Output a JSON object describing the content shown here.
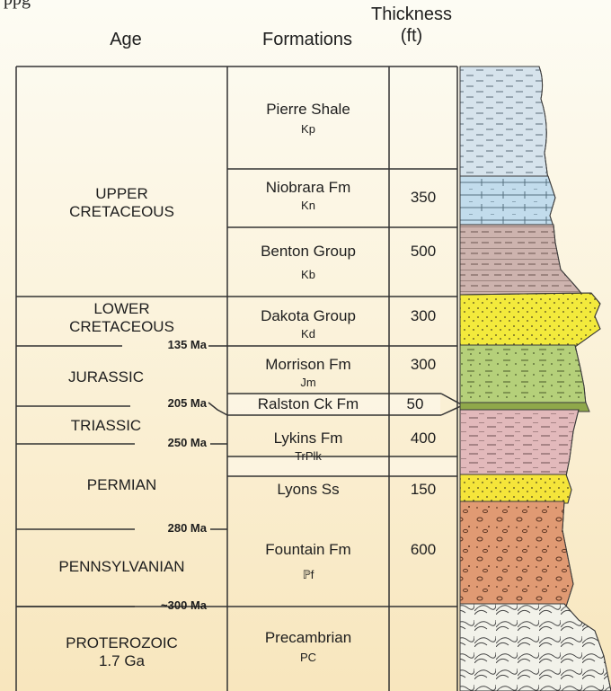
{
  "headers": {
    "age": "Age",
    "formations": "Formations",
    "thickness_line1": "Thickness",
    "thickness_line2": "(ft)",
    "top_cut_text": "ppg"
  },
  "ages": {
    "upper_cretaceous_1": "UPPER",
    "upper_cretaceous_2": "CRETACEOUS",
    "lower_cretaceous_1": "LOWER",
    "lower_cretaceous_2": "CRETACEOUS",
    "jurassic": "JURASSIC",
    "triassic": "TRIASSIC",
    "permian": "PERMIAN",
    "pennsylvanian": "PENNSYLVANIAN",
    "proterozoic_1": "PROTEROZOIC",
    "proterozoic_2": "1.7 Ga"
  },
  "boundaries": {
    "b135": "135 Ma",
    "b205": "205 Ma",
    "b250": "250 Ma",
    "b280": "280 Ma",
    "b300": "~300 Ma"
  },
  "formations": [
    {
      "name": "Pierre Shale",
      "code": "Kp",
      "thickness": ""
    },
    {
      "name": "Niobrara Fm",
      "code": "Kn",
      "thickness": "350"
    },
    {
      "name": "Benton Group",
      "code": "Kb",
      "thickness": "500"
    },
    {
      "name": "Dakota Group",
      "code": "Kd",
      "thickness": "300"
    },
    {
      "name": "Morrison Fm",
      "code": "Jm",
      "thickness": "300"
    },
    {
      "name": "Ralston Ck Fm",
      "code": "",
      "thickness": "50"
    },
    {
      "name": "Lykins Fm",
      "code": "TrPlk",
      "thickness": "400"
    },
    {
      "name": "Lyons Ss",
      "code": "",
      "thickness": "150"
    },
    {
      "name": "Fountain Fm",
      "code": "ℙf",
      "thickness": "600"
    },
    {
      "name": "Precambrian",
      "code": "PC",
      "thickness": ""
    }
  ],
  "colors": {
    "pierre": "#d6e3ec",
    "niobrara": "#c2dcec",
    "benton": "#cdb3ae",
    "dakota": "#f3ea3c",
    "morrison": "#b5d07a",
    "ralston": "#8fa84a",
    "lykins": "#e2b9bb",
    "lyons": "#f5e53a",
    "fountain": "#e09a73",
    "precambrian": "#f2f2ea"
  }
}
